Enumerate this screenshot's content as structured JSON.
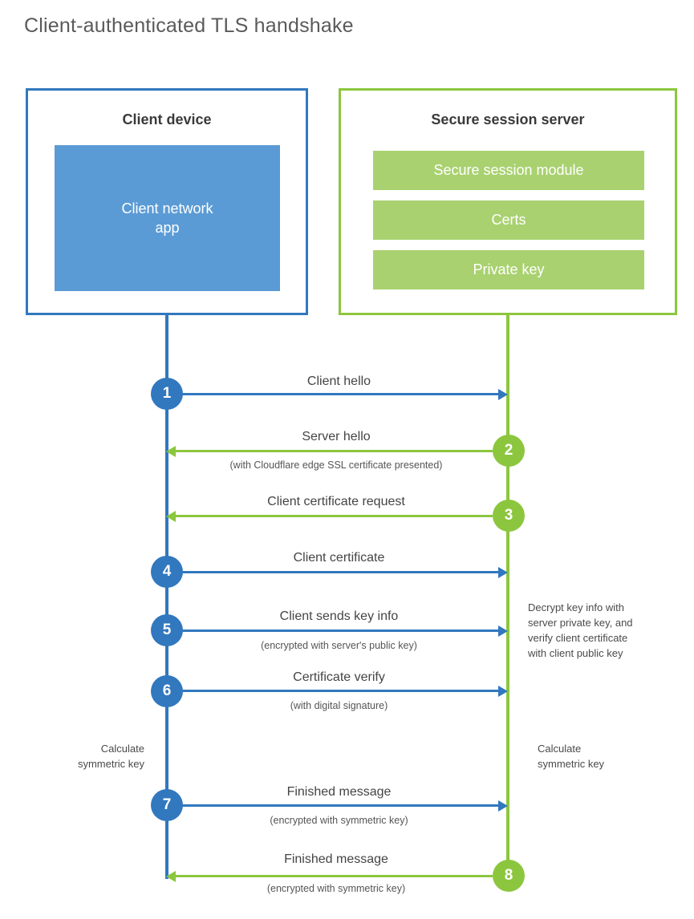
{
  "title": "Client-authenticated TLS handshake",
  "colors": {
    "client_accent": "#3178be",
    "client_fill": "#5b9bd5",
    "server_accent": "#8cc63e",
    "server_fill": "#a9d170",
    "text": "#404040",
    "background": "#ffffff"
  },
  "client": {
    "title": "Client device",
    "block": "Client network\napp",
    "block_line1": "Client network",
    "block_line2": "app"
  },
  "server": {
    "title": "Secure session server",
    "blocks": [
      "Secure session module",
      "Certs",
      "Private key"
    ]
  },
  "steps": [
    {
      "number": "1",
      "label": "Client hello",
      "sublabel": "",
      "direction": "client-to-server",
      "side": "client",
      "color": "#3178be"
    },
    {
      "number": "2",
      "label": "Server hello",
      "sublabel": "(with Cloudflare edge SSL certificate presented)",
      "direction": "server-to-client",
      "side": "server",
      "color": "#8cc63e"
    },
    {
      "number": "3",
      "label": "Client certificate request",
      "sublabel": "",
      "direction": "server-to-client",
      "side": "server",
      "color": "#8cc63e"
    },
    {
      "number": "4",
      "label": "Client certificate",
      "sublabel": "",
      "direction": "client-to-server",
      "side": "client",
      "color": "#3178be"
    },
    {
      "number": "5",
      "label": "Client sends key info",
      "sublabel": "(encrypted with server's public key)",
      "direction": "client-to-server",
      "side": "client",
      "color": "#3178be"
    },
    {
      "number": "6",
      "label": "Certificate verify",
      "sublabel": "(with digital signature)",
      "direction": "client-to-server",
      "side": "client",
      "color": "#3178be"
    },
    {
      "number": "7",
      "label": "Finished message",
      "sublabel": "(encrypted with symmetric key)",
      "direction": "client-to-server",
      "side": "client",
      "color": "#3178be"
    },
    {
      "number": "8",
      "label": "Finished message",
      "sublabel": "(encrypted with symmetric key)",
      "direction": "server-to-client",
      "side": "server",
      "color": "#8cc63e"
    }
  ],
  "annotations": {
    "server_decrypt": "Decrypt key info with server private key, and verify client certificate with client public key",
    "server_decrypt_lines": [
      "Decrypt key info with",
      "server private key, and",
      "verify client certificate",
      "with client public key"
    ],
    "client_calculate": "Calculate symmetric key",
    "client_calculate_lines": [
      "Calculate",
      "symmetric key"
    ],
    "server_calculate": "Calculate symmetric key",
    "server_calculate_lines": [
      "Calculate",
      "symmetric key"
    ]
  }
}
